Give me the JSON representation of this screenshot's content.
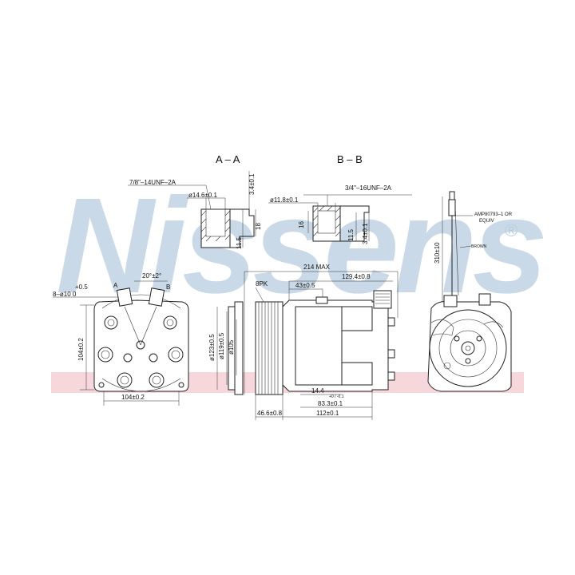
{
  "watermark": {
    "brand": "Nissens",
    "registered_mark": "®",
    "brand_color": "#b9cde0",
    "band_color": "#f3c9cf"
  },
  "sections": {
    "aa_title": "A – A",
    "bb_title": "B – B"
  },
  "section_aa": {
    "thread": "7/8\"–14UNF–2A",
    "diameter": "ø14.6±0.1",
    "dim_top": "3.4±0.1",
    "dim_side": "11.5",
    "dim_depth": "18"
  },
  "section_bb": {
    "thread": "3/4\"–16UNF–2A",
    "diameter": "ø11.8±0.1",
    "dim_height": "16",
    "dim_side": "11.5",
    "dim_depth": "3.4±0.1"
  },
  "front_view": {
    "port_dim_plus": "+0.5",
    "port_dim": "8–ø10  0",
    "angle": "20°±2°",
    "port_a": "A",
    "port_b": "B",
    "width": "104±0.2",
    "height": "104±0.2"
  },
  "side_view": {
    "overall": "214  MAX",
    "length_1": "129.4±0.8",
    "length_2": "43±0.5",
    "pulley": "8PK",
    "dia_1": "ø123±0.5",
    "dia_2": "ø119±0.5",
    "dia_3": "ø105",
    "length_3": "14.4",
    "length_3_tol": "+0 / -0.1",
    "length_4": "83.3±0.1",
    "length_5": "46.6±0.8",
    "length_6": "112±0.1"
  },
  "rear_view": {
    "connector": "AMP80793–1 OR",
    "connector_alt": "EQUIV",
    "wire": "BROWN",
    "wire_length": "310±10"
  }
}
